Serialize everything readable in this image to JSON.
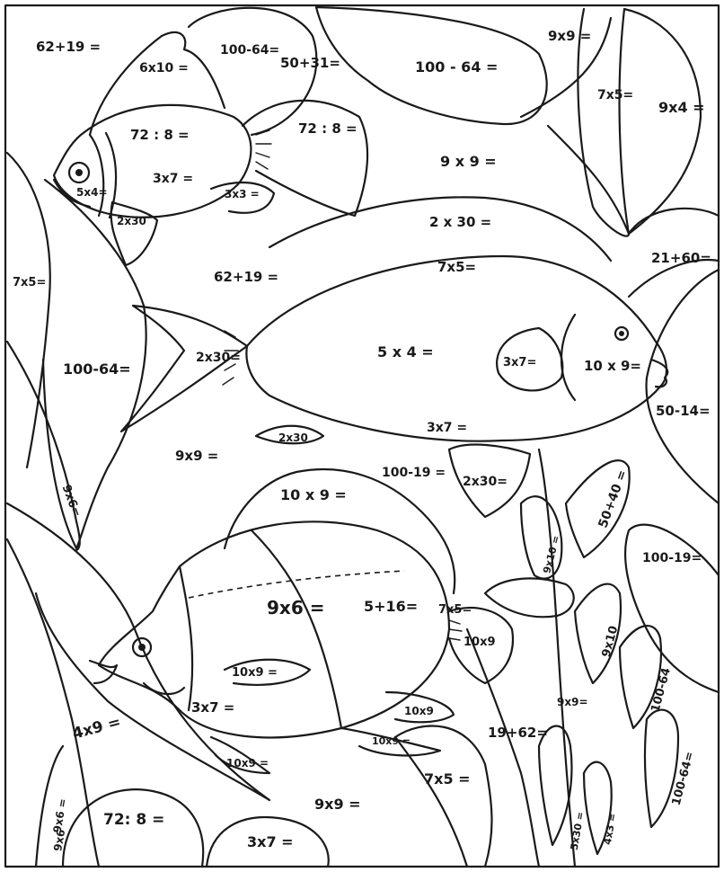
{
  "labels": [
    "62+19 =",
    "6x10 =",
    "100-64=",
    "50+31=",
    "100 - 64 =",
    "9x9 =",
    "7x5=",
    "9x4 =",
    "72 : 8 =",
    "72 : 8 =",
    "3x7 =",
    "5x4=",
    "3x3 =",
    "2x30",
    "9 x 9 =",
    "2 x 30 =",
    "7x5=",
    "7x5=",
    "21+60=",
    "62+19 =",
    "5 x 4 =",
    "3x7=",
    "10 x 9=",
    "2x30=",
    "100-64=",
    "3x7 =",
    "50-14=",
    "2x30",
    "9x9 =",
    "100-19 =",
    "2x30=",
    "10 x 9 =",
    "50+40 =",
    "9x10 =",
    "100-19=",
    "9x6=",
    "5+16=",
    "9x6 =",
    "7x5=",
    "10x9",
    "9x10",
    "10x9 =",
    "100-64",
    "3x7 =",
    "9x9=",
    "4x9 =",
    "10x9",
    "19+62=",
    "10x9 =",
    "10x9 =",
    "100-64=",
    "7x5 =",
    "9x9 =",
    "72: 8 =",
    "3x7 =",
    "9x6 =",
    "5x30 =",
    "4x3 =",
    "9x6"
  ]
}
